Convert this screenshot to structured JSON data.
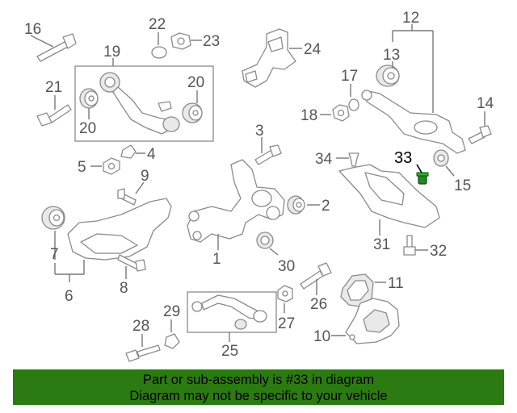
{
  "diagram": {
    "callouts": [
      "16",
      "22",
      "23",
      "24",
      "12",
      "19",
      "13",
      "21",
      "20",
      "20",
      "17",
      "14",
      "18",
      "3",
      "34",
      "33",
      "4",
      "5",
      "9",
      "2",
      "15",
      "31",
      "32",
      "7",
      "1",
      "30",
      "8",
      "6",
      "11",
      "26",
      "29",
      "28",
      "27",
      "10",
      "25"
    ],
    "highlighted_part": "33",
    "colors": {
      "banner": "#2b7a12",
      "highlight_part": "#1f8a1f",
      "line": "#8a8a8a"
    }
  },
  "banner": {
    "line1": "Part or sub-assembly is #33 in diagram",
    "line2": "Diagram may not be specific to your vehicle"
  }
}
